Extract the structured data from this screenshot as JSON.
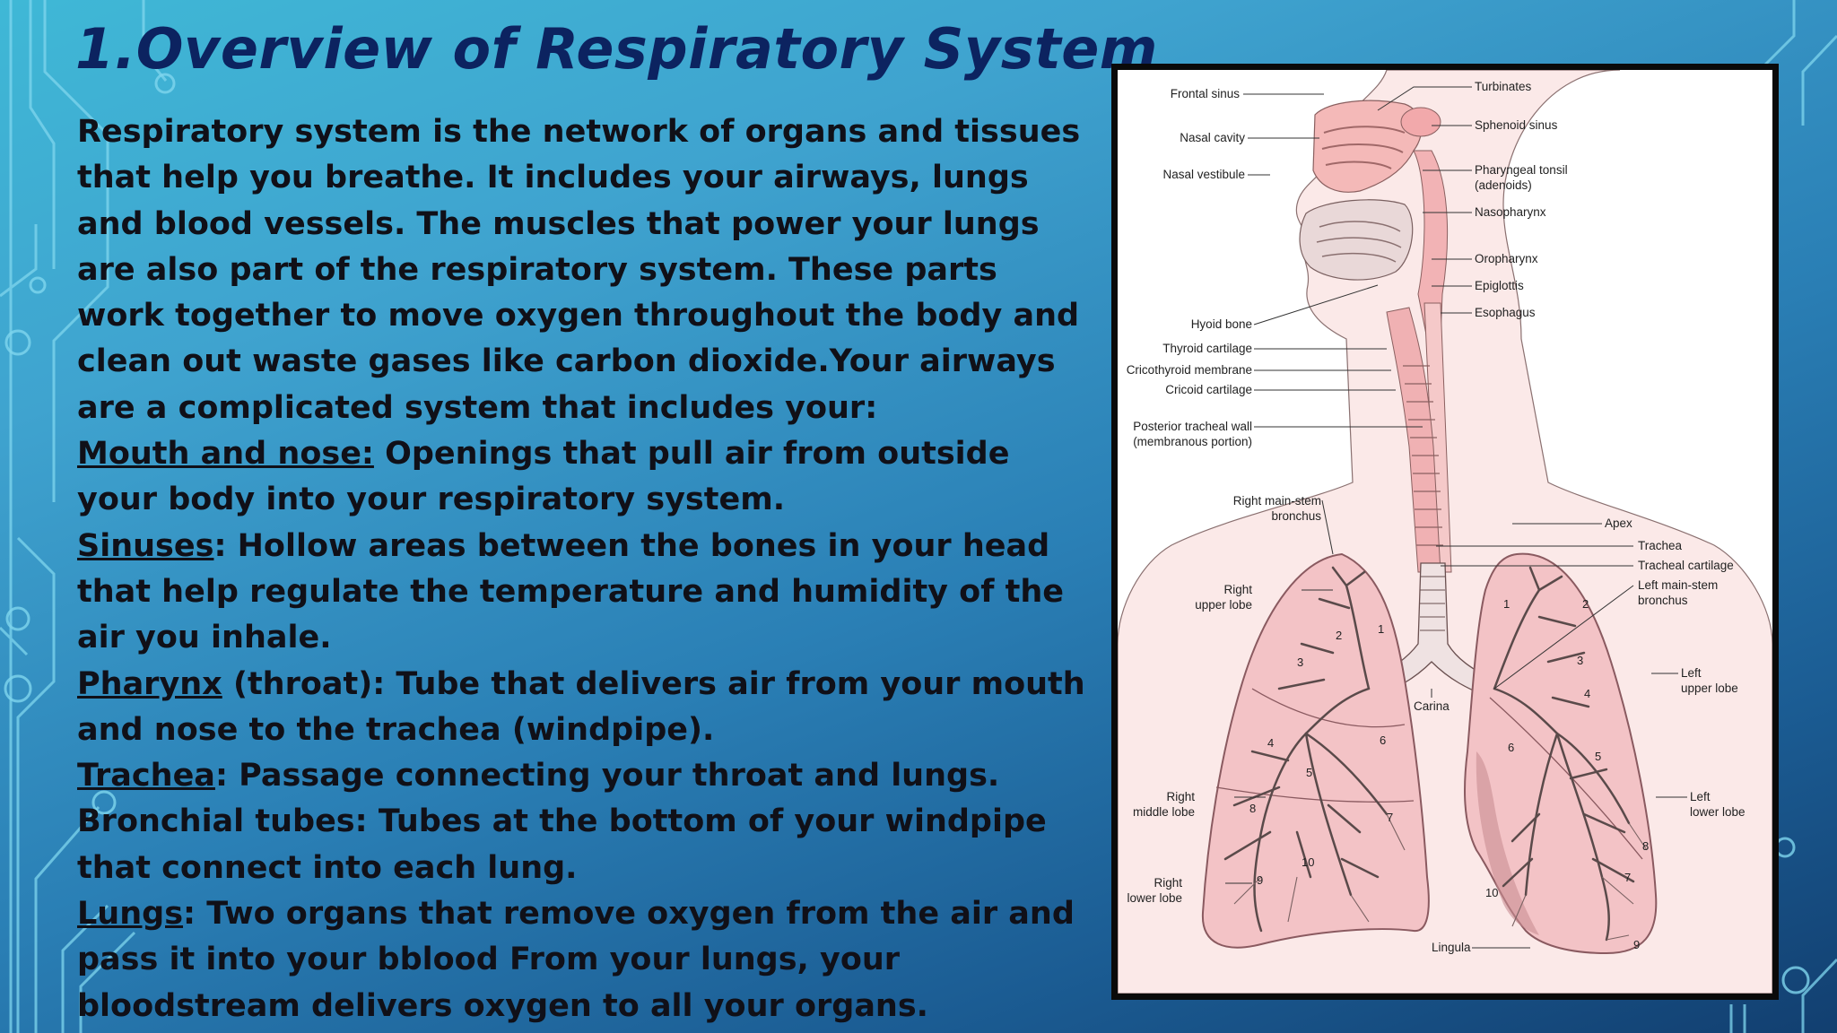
{
  "slide": {
    "title": "1.Overview of Respiratory System",
    "intro": "Respiratory system is the network of organs and tissues that help you breathe. It includes your airways, lungs and blood vessels. The muscles that power your lungs are also part of the respiratory system. These parts work together to move oxygen throughout the body and clean out waste gases like carbon dioxide.Your airways are a complicated system that includes your:",
    "items": [
      {
        "term": "Mouth and nose:",
        "text": " Openings that pull air from outside your body into your respiratory system."
      },
      {
        "term": "Sinuses",
        "text": ": Hollow areas between the bones in your head that help regulate the temperature and humidity of the air you inhale."
      },
      {
        "term": "Pharynx",
        "text": " (throat): Tube that delivers air from your mouth and nose to the trachea (windpipe)."
      },
      {
        "term": "Trachea",
        "text": ": Passage connecting your throat and lungs."
      },
      {
        "term": "",
        "text": "Bronchial tubes: Tubes at the bottom of your windpipe that connect into each lung."
      },
      {
        "term": "Lungs",
        "text": ": Two organs that remove oxygen from the air and pass it into your bblood From your lungs, your bloodstream delivers oxygen to all your organs."
      }
    ]
  },
  "diagram": {
    "labels": {
      "frontal_sinus": "Frontal sinus",
      "nasal_cavity": "Nasal cavity",
      "nasal_vestibule": "Nasal vestibule",
      "turbinates": "Turbinates",
      "sphenoid_sinus": "Sphenoid sinus",
      "pharyngeal_tonsil_1": "Pharyngeal tonsil",
      "pharyngeal_tonsil_2": "(adenoids)",
      "nasopharynx": "Nasopharynx",
      "oropharynx": "Oropharynx",
      "epiglottis": "Epiglottis",
      "esophagus": "Esophagus",
      "hyoid_bone": "Hyoid bone",
      "thyroid_cartilage": "Thyroid cartilage",
      "cricothyroid_membrane": "Cricothyroid membrane",
      "cricoid_cartilage": "Cricoid cartilage",
      "posterior_wall_1": "Posterior tracheal wall",
      "posterior_wall_2": "(membranous portion)",
      "right_main_stem_1": "Right main-stem",
      "right_main_stem_2": "bronchus",
      "apex": "Apex",
      "trachea": "Trachea",
      "tracheal_cartilage": "Tracheal cartilage",
      "left_main_stem_1": "Left main-stem",
      "left_main_stem_2": "bronchus",
      "right_upper_lobe_1": "Right",
      "right_upper_lobe_2": "upper lobe",
      "left_upper_lobe_1": "Left",
      "left_upper_lobe_2": "upper lobe",
      "carina": "Carina",
      "right_middle_lobe_1": "Right",
      "right_middle_lobe_2": "middle lobe",
      "left_lower_lobe_1": "Left",
      "left_lower_lobe_2": "lower lobe",
      "right_lower_lobe_1": "Right",
      "right_lower_lobe_2": "lower lobe",
      "lingula": "Lingula"
    },
    "segment_numbers": {
      "r1": "1",
      "r2": "2",
      "r3": "3",
      "r4": "4",
      "r5": "5",
      "r6": "6",
      "r7": "7",
      "r8": "8",
      "r9": "9",
      "r10": "10",
      "l1": "1",
      "l2": "2",
      "l3": "3",
      "l4": "4",
      "l5": "5",
      "l6": "6",
      "l7": "7",
      "l8": "8",
      "l9": "9",
      "l10": "10"
    }
  }
}
